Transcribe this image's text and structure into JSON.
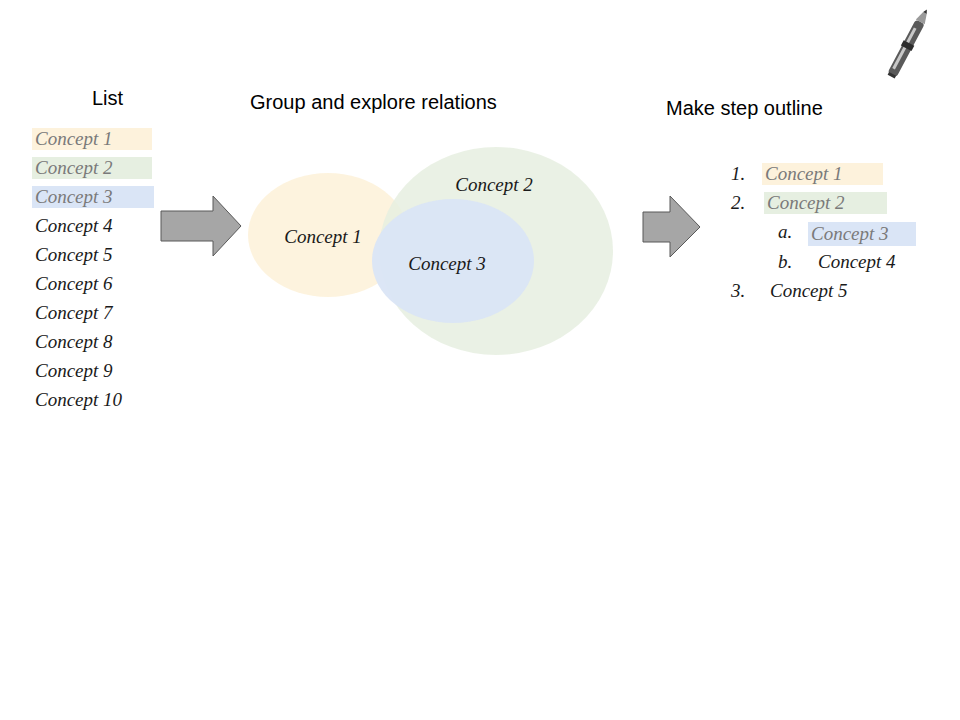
{
  "diagram": {
    "nodes": [
      {
        "text": [
          "Concept 1"
        ]
      },
      {
        "text": [
          "Concept 2"
        ]
      },
      {
        "text": [
          "Concept 3"
        ]
      },
      {
        "text": [
          "Concept 1"
        ]
      },
      {
        "text": [
          "Concept 2"
        ]
      },
      {
        "text": [
          "Concept 3"
        ],
        "in": 4
      },
      {
        "text": [
          "Concept 1"
        ]
      },
      {
        "text": [
          "Concept 2"
        ]
      },
      {
        "text": [
          "Concept 3"
        ]
      }
    ],
    "labels": [
      "List",
      "Group and explore relations",
      "Make step outline",
      "Concept 4",
      "Concept 5",
      "Concept 6",
      "Concept 7",
      "Concept 8",
      "Concept 9",
      "Concept 10",
      "1.",
      "2.",
      "a.",
      "b.",
      "Concept 4",
      "3.",
      "Concept 5"
    ]
  }
}
